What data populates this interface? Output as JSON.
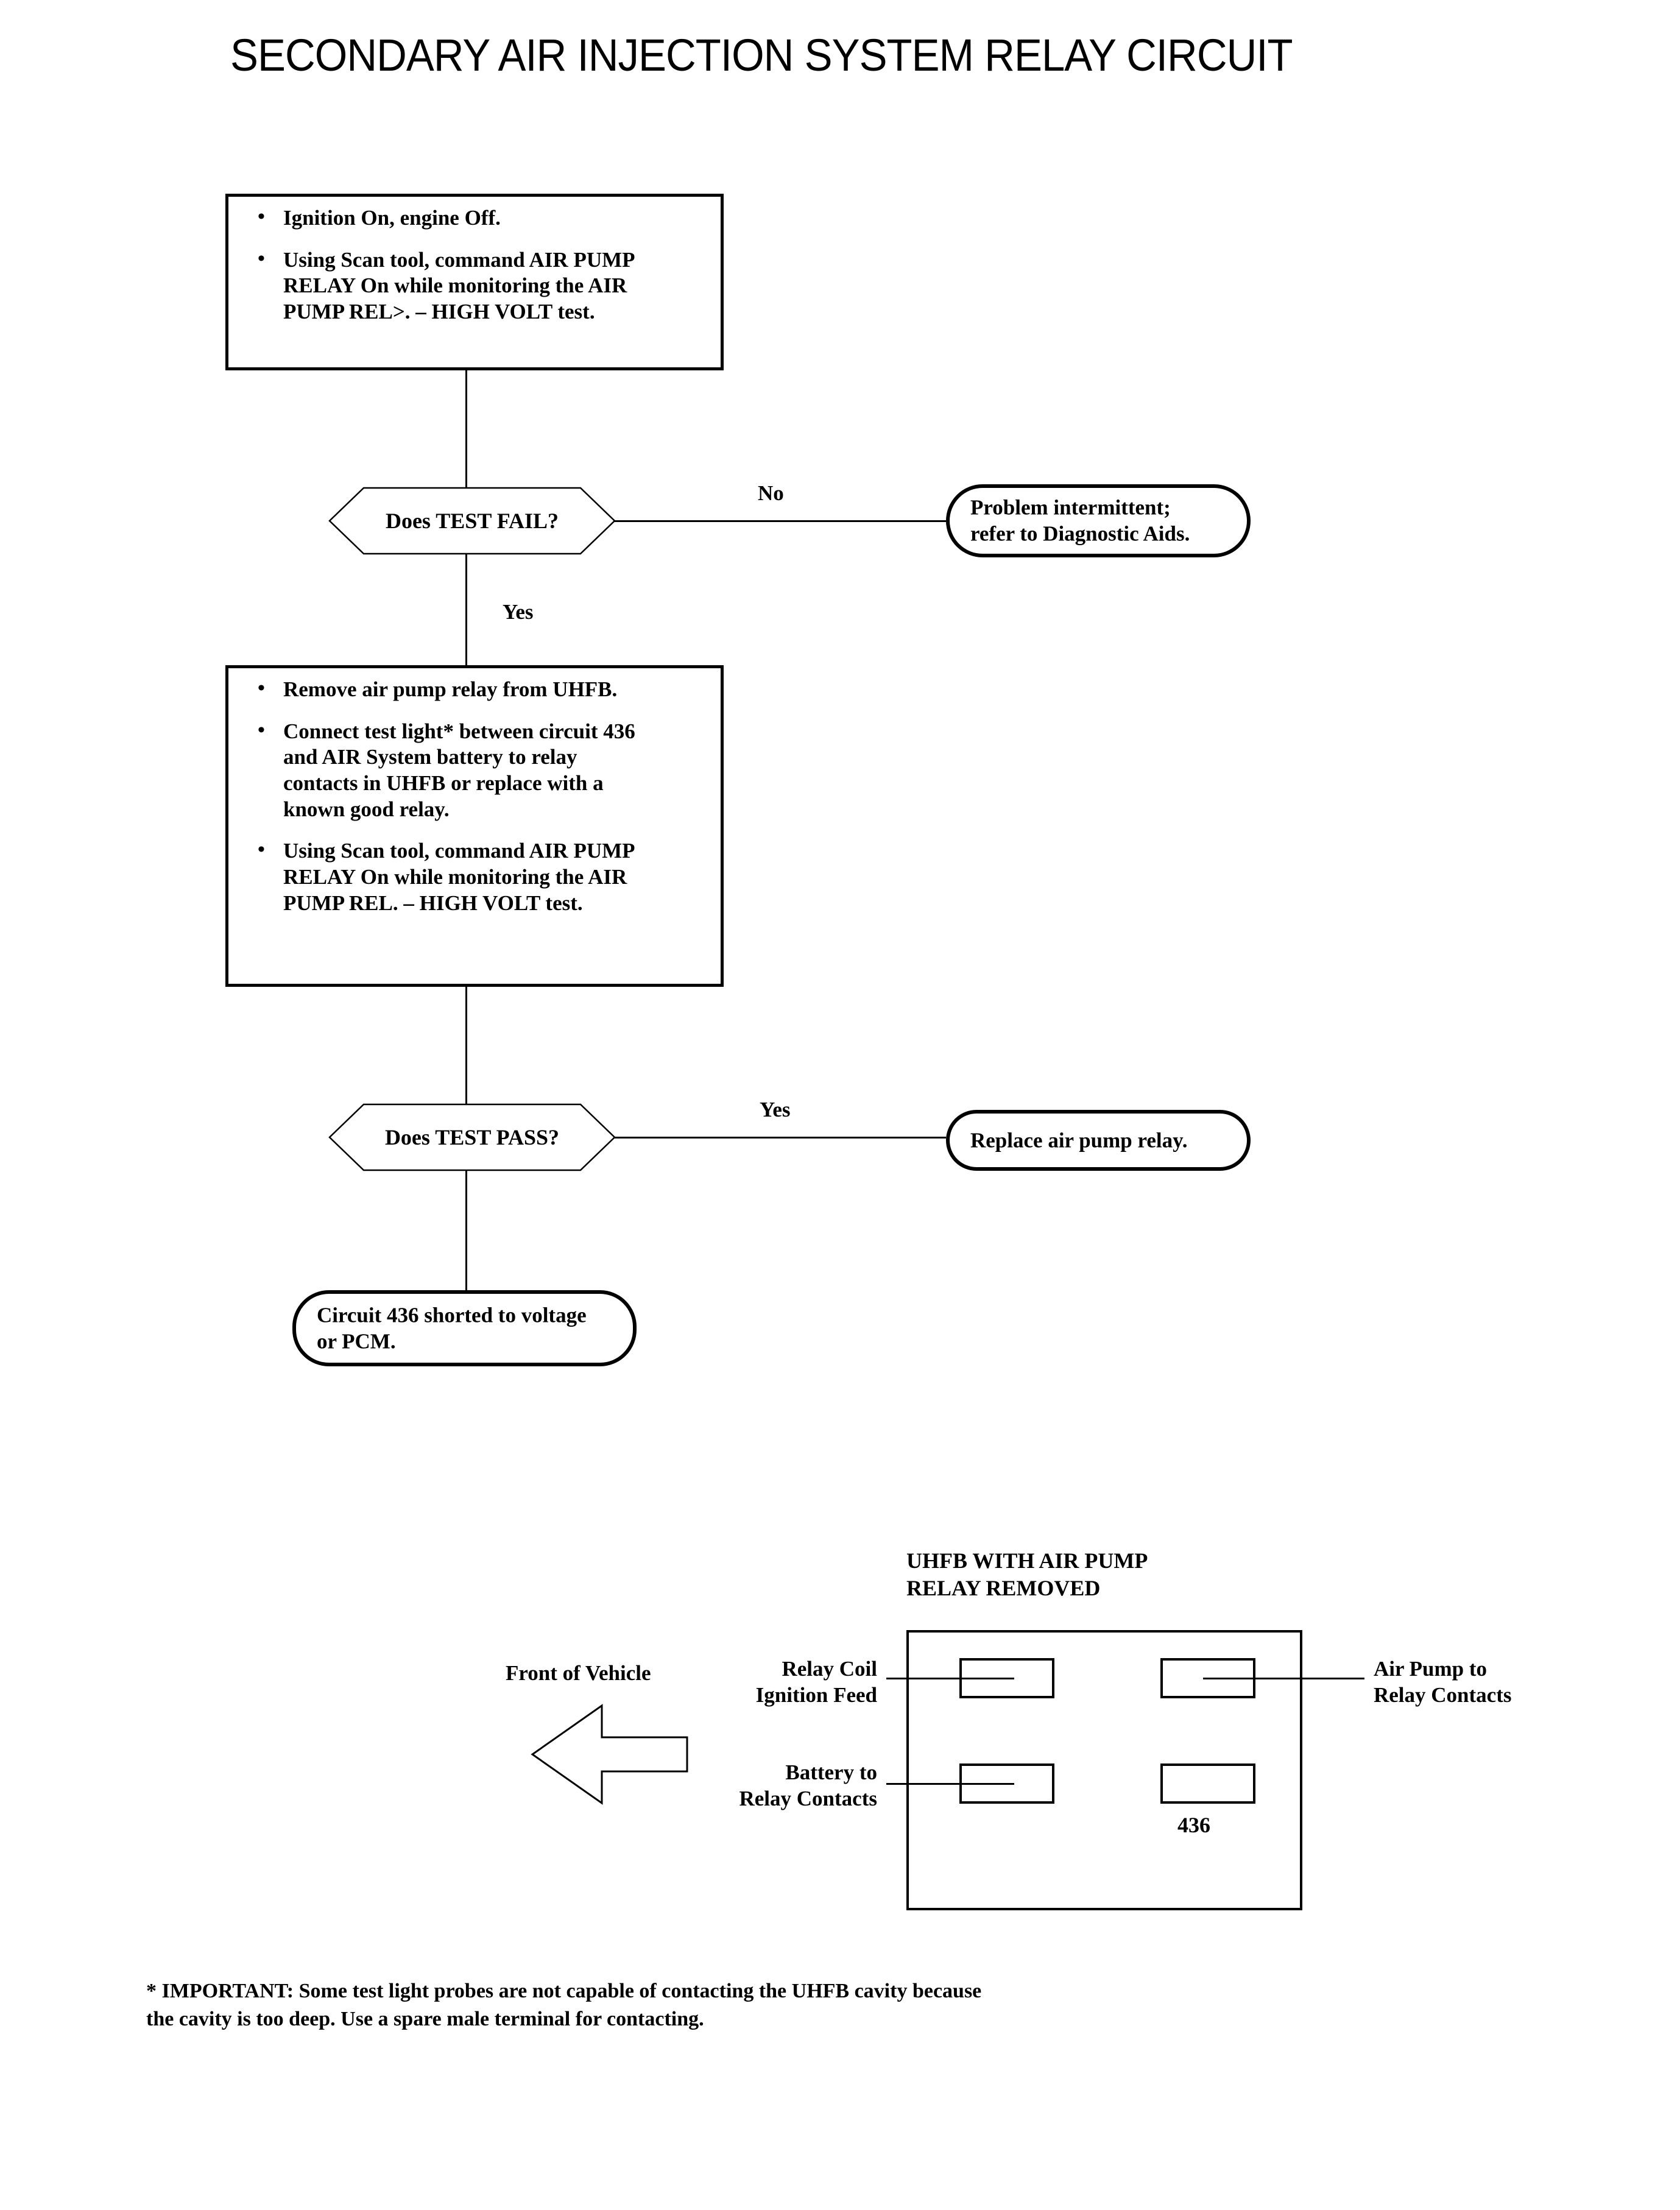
{
  "title": "SECONDARY AIR INJECTION SYSTEM RELAY CIRCUIT",
  "flow": {
    "step1": {
      "bullets": [
        "Ignition On, engine Off.",
        "Using Scan tool, command AIR PUMP\nRELAY On while monitoring the AIR\nPUMP REL>. – HIGH VOLT test."
      ]
    },
    "decision1": {
      "question": "Does TEST FAIL?",
      "branch_no": "No",
      "branch_yes": "Yes"
    },
    "outcome1": "Problem intermittent;\nrefer to Diagnostic Aids.",
    "step2": {
      "bullets": [
        "Remove air pump relay from UHFB.",
        "Connect test light* between circuit 436\nand AIR System battery to relay\ncontacts in UHFB or replace with a\nknown good relay.",
        "Using Scan tool, command AIR PUMP\nRELAY On while monitoring the AIR\nPUMP REL. – HIGH VOLT test."
      ]
    },
    "decision2": {
      "question": "Does TEST PASS?",
      "branch_yes": "Yes"
    },
    "outcome2": "Replace air pump relay.",
    "outcome3": "Circuit 436 shorted to voltage\nor PCM."
  },
  "connector_diagram": {
    "heading": "UHFB WITH AIR PUMP\nRELAY REMOVED",
    "front_of_vehicle": "Front of Vehicle",
    "label_relay_coil": "Relay Coil\nIgnition Feed",
    "label_battery": "Battery to\nRelay Contacts",
    "label_air_pump": "Air Pump to\nRelay Contacts",
    "cavity_number": "436"
  },
  "footnote": "* IMPORTANT:  Some test light probes are not capable of contacting the UHFB cavity because\n  the cavity is too deep. Use a spare male terminal for contacting."
}
